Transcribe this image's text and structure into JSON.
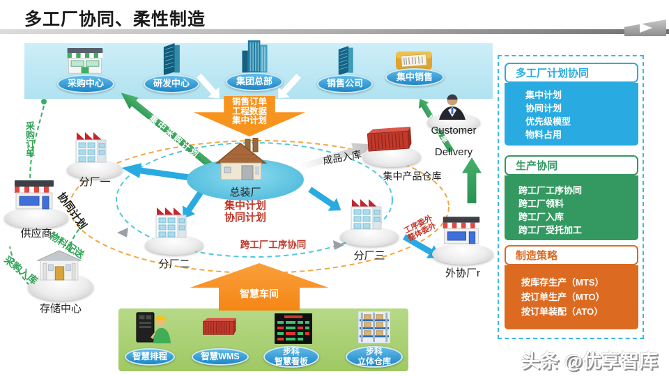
{
  "slide": {
    "title": "多工厂协同、柔性制造",
    "watermark": "头条 @优享智库"
  },
  "colors": {
    "band_blue": "#b9e6f1",
    "node_pill_blue": "#2f9ad4",
    "accent_cyan": "#29abe2",
    "accent_green": "#2fa356",
    "accent_orange": "#f7941e",
    "panel_green": "#339961",
    "panel_orange": "#dd6a21",
    "red_text": "#c0392b",
    "bottom_band_green": "#a9cf6f"
  },
  "top_band": {
    "nodes": [
      {
        "label": "采购中心",
        "icon": "green-shop"
      },
      {
        "label": "研发中心",
        "icon": "tower"
      },
      {
        "label": "集团总部",
        "icon": "skyscraper"
      },
      {
        "label": "销售公司",
        "icon": "tower"
      },
      {
        "label": "集中销售",
        "icon": "sales-doc"
      }
    ]
  },
  "arrows": {
    "hq_down_line1": "销售订单",
    "hq_down_line2": "工程数据",
    "hq_down_line3": "集中计划",
    "central_purchase_plan": "集中采购计划",
    "sales_order": "销售订单",
    "finished_inbound": "成品入库",
    "outsource_line1": "工序委外",
    "outsource_line2": "整体委外",
    "smart_workshop": "智慧车间"
  },
  "center": {
    "main_plant": "总装厂",
    "plan_line1": "集中计划",
    "plan_line2": "协同计划",
    "cross_process": "跨工厂工序协同"
  },
  "left_flow": {
    "purchase_order": "采购订单",
    "collab_plan": "协同计划",
    "material_delivery": "物料配送",
    "purchase_inbound": "采购入库"
  },
  "nodes": {
    "branch1": "分厂一",
    "branch2": "分厂二",
    "branch3": "分厂三",
    "supplier": "供应商",
    "storage_center": "存储中心",
    "outsource_factory": "外协厂r",
    "product_warehouse": "集中产品仓库",
    "customer": "Customer",
    "delivery": "Delivery"
  },
  "bottom_band": {
    "items": [
      {
        "line1": "智慧排程",
        "line2": "",
        "icon": "worker"
      },
      {
        "line1": "智慧WMS",
        "line2": "",
        "icon": "container"
      },
      {
        "line1": "步科",
        "line2": "智慧看板",
        "icon": "kanban-board"
      },
      {
        "line1": "步科",
        "line2": "立体仓库",
        "icon": "rack"
      }
    ]
  },
  "right_panel": {
    "sections": [
      {
        "title": "多工厂计划协同",
        "items": [
          "集中计划",
          "协同计划",
          "优先级模型",
          "物料占用"
        ]
      },
      {
        "title": "生产协同",
        "items": [
          "跨工厂工序协同",
          "跨工厂领料",
          "跨工厂入库",
          "跨工厂受托加工"
        ]
      },
      {
        "title": "制造策略",
        "items": [
          "按库存生产（MTS）",
          "按订单生产（MTO）",
          "按订单装配（ATO）"
        ]
      }
    ]
  }
}
